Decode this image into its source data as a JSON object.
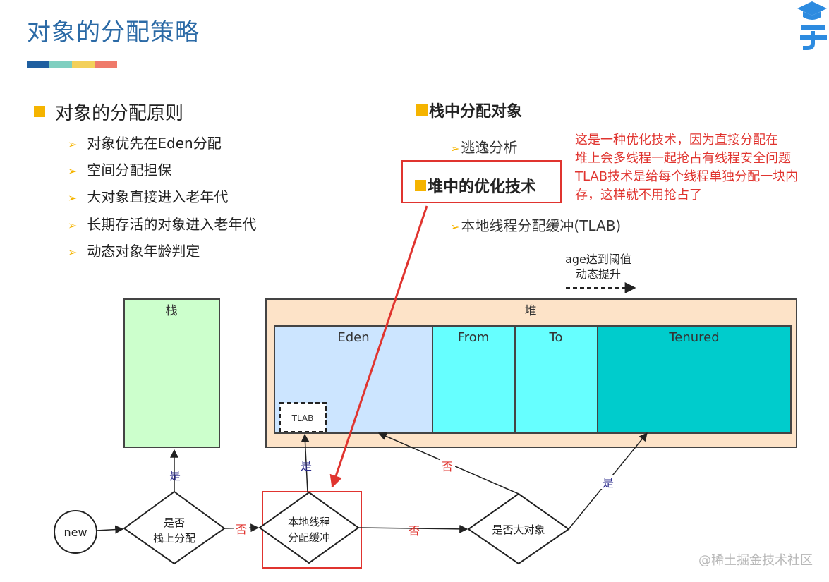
{
  "header": {
    "title": "对象的分配策略",
    "bar_colors": [
      "#1f5fa0",
      "#7fcfc0",
      "#f3d05a",
      "#ef7a6a"
    ],
    "logo_icon": "graduation-cap-icon"
  },
  "principles": {
    "heading": "对象的分配原则",
    "items": [
      "对象优先在Eden分配",
      "空间分配担保",
      "大对象直接进入老年代",
      "长期存活的对象进入老年代",
      "动态对象年龄判定"
    ]
  },
  "stack_alloc": {
    "heading": "栈中分配对象",
    "sub": "逃逸分析"
  },
  "heap_opt": {
    "heading": "堆中的优化技术",
    "sub": "本地线程分配缓冲(TLAB)"
  },
  "note": {
    "lines": [
      "这是一种优化技术，因为直接分配在",
      "堆上会多线程一起抢占有线程安全问题",
      "TLAB技术是给每个线程单独分配一块内",
      "存，这样就不用抢占了"
    ]
  },
  "diagram": {
    "age_label_1": "age达到阈值",
    "age_label_2": "动态提升",
    "stack_label": "栈",
    "heap_label": "堆",
    "eden_label": "Eden",
    "from_label": "From",
    "to_label": "To",
    "tenured_label": "Tenured",
    "tlab_label": "TLAB",
    "new_label": "new",
    "d1_line1": "是否",
    "d1_line2": "栈上分配",
    "d2_line1": "本地线程",
    "d2_line2": "分配缓冲",
    "d3_label": "是否大对象",
    "yes": "是",
    "no": "否",
    "colors": {
      "stack": "#ccffcc",
      "heap": "#fde3c8",
      "eden": "#cce5ff",
      "survivor": "#66ffff",
      "tenured": "#00cccc",
      "accent_red": "#e0342f"
    }
  },
  "watermark": "@稀土掘金技术社区"
}
